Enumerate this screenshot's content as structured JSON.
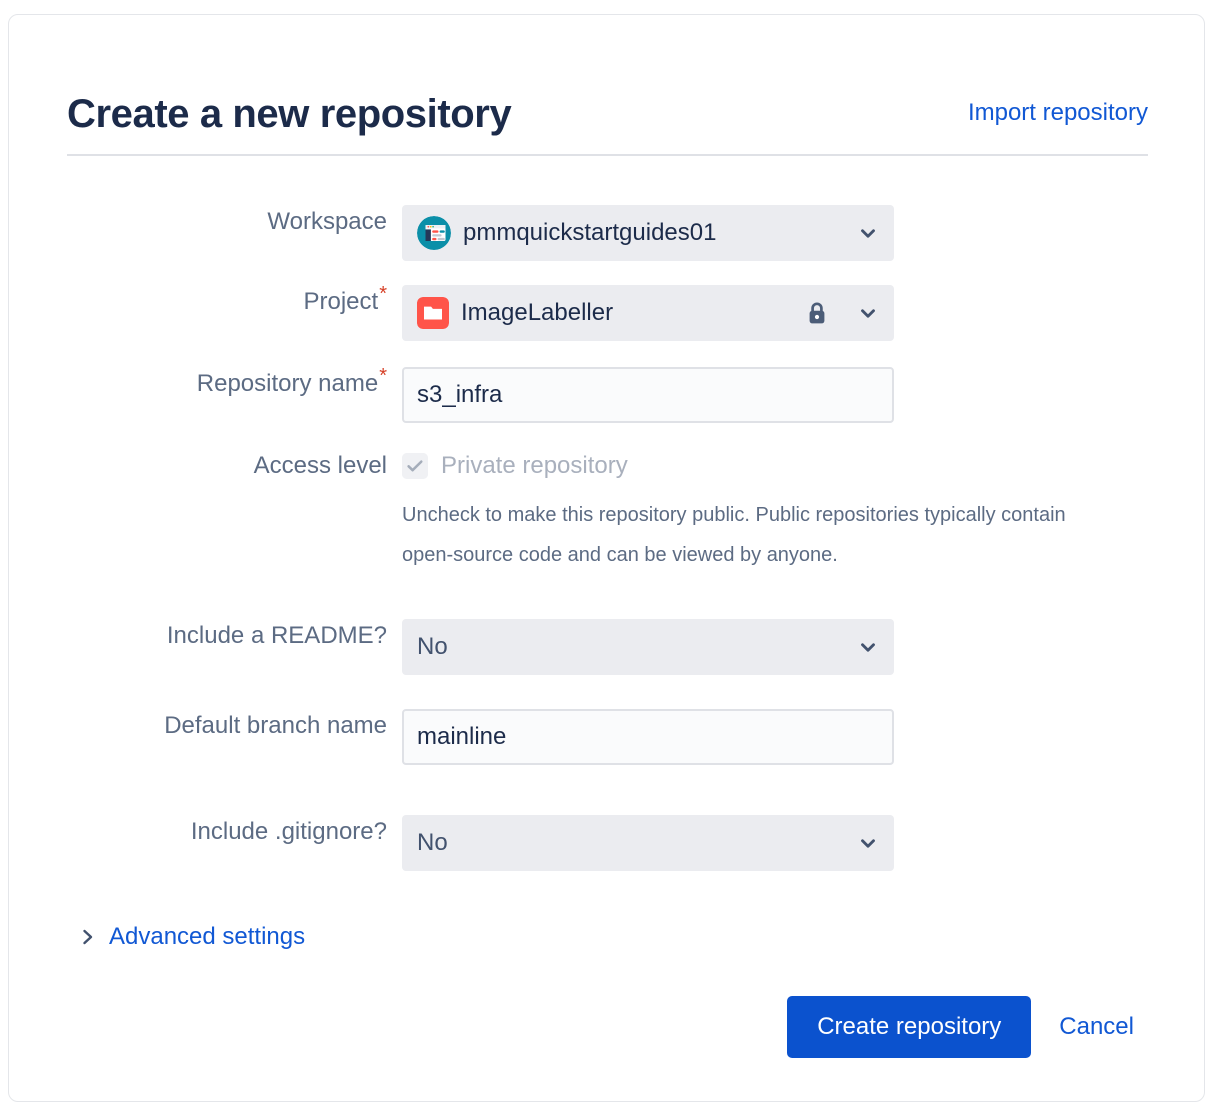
{
  "header": {
    "title": "Create a new repository",
    "import_label": "Import repository"
  },
  "form": {
    "workspace": {
      "label": "Workspace",
      "value": "pmmquickstartguides01",
      "avatar_icon": "workspace-avatar-icon",
      "chevron_icon": "chevron-down-icon"
    },
    "project": {
      "label": "Project",
      "required_marker": "*",
      "value": "ImageLabeller",
      "avatar_icon": "project-folder-icon",
      "lock_icon": "lock-icon",
      "chevron_icon": "chevron-down-icon"
    },
    "repository_name": {
      "label": "Repository name",
      "required_marker": "*",
      "value": "s3_infra"
    },
    "access_level": {
      "label": "Access level",
      "checkbox_label": "Private repository",
      "checked": true,
      "checkbox_icon": "check-icon",
      "helper_text": "Uncheck to make this repository public. Public repositories typically contain open-source code and can be viewed by anyone."
    },
    "include_readme": {
      "label": "Include a README?",
      "value": "No",
      "chevron_icon": "chevron-down-icon"
    },
    "default_branch": {
      "label": "Default branch name",
      "value": "mainline"
    },
    "include_gitignore": {
      "label": "Include .gitignore?",
      "value": "No",
      "chevron_icon": "chevron-down-icon"
    },
    "advanced_settings": {
      "label": "Advanced settings",
      "caret_icon": "chevron-right-icon",
      "expanded": false
    }
  },
  "footer": {
    "create_label": "Create repository",
    "cancel_label": "Cancel"
  },
  "colors": {
    "link": "#1158D4",
    "primary_button": "#0B52CE",
    "title": "#1C2B4A",
    "label": "#5C6B83",
    "required_asterisk": "#D64027",
    "select_background": "#EBECF0",
    "input_background": "#FAFBFC",
    "input_border": "#DFE1E6",
    "workspace_avatar": "#0B8FA8",
    "project_avatar": "#FF5449",
    "checkbox_check": "#A5ADBA",
    "disabled_text": "#A9B0BD"
  }
}
